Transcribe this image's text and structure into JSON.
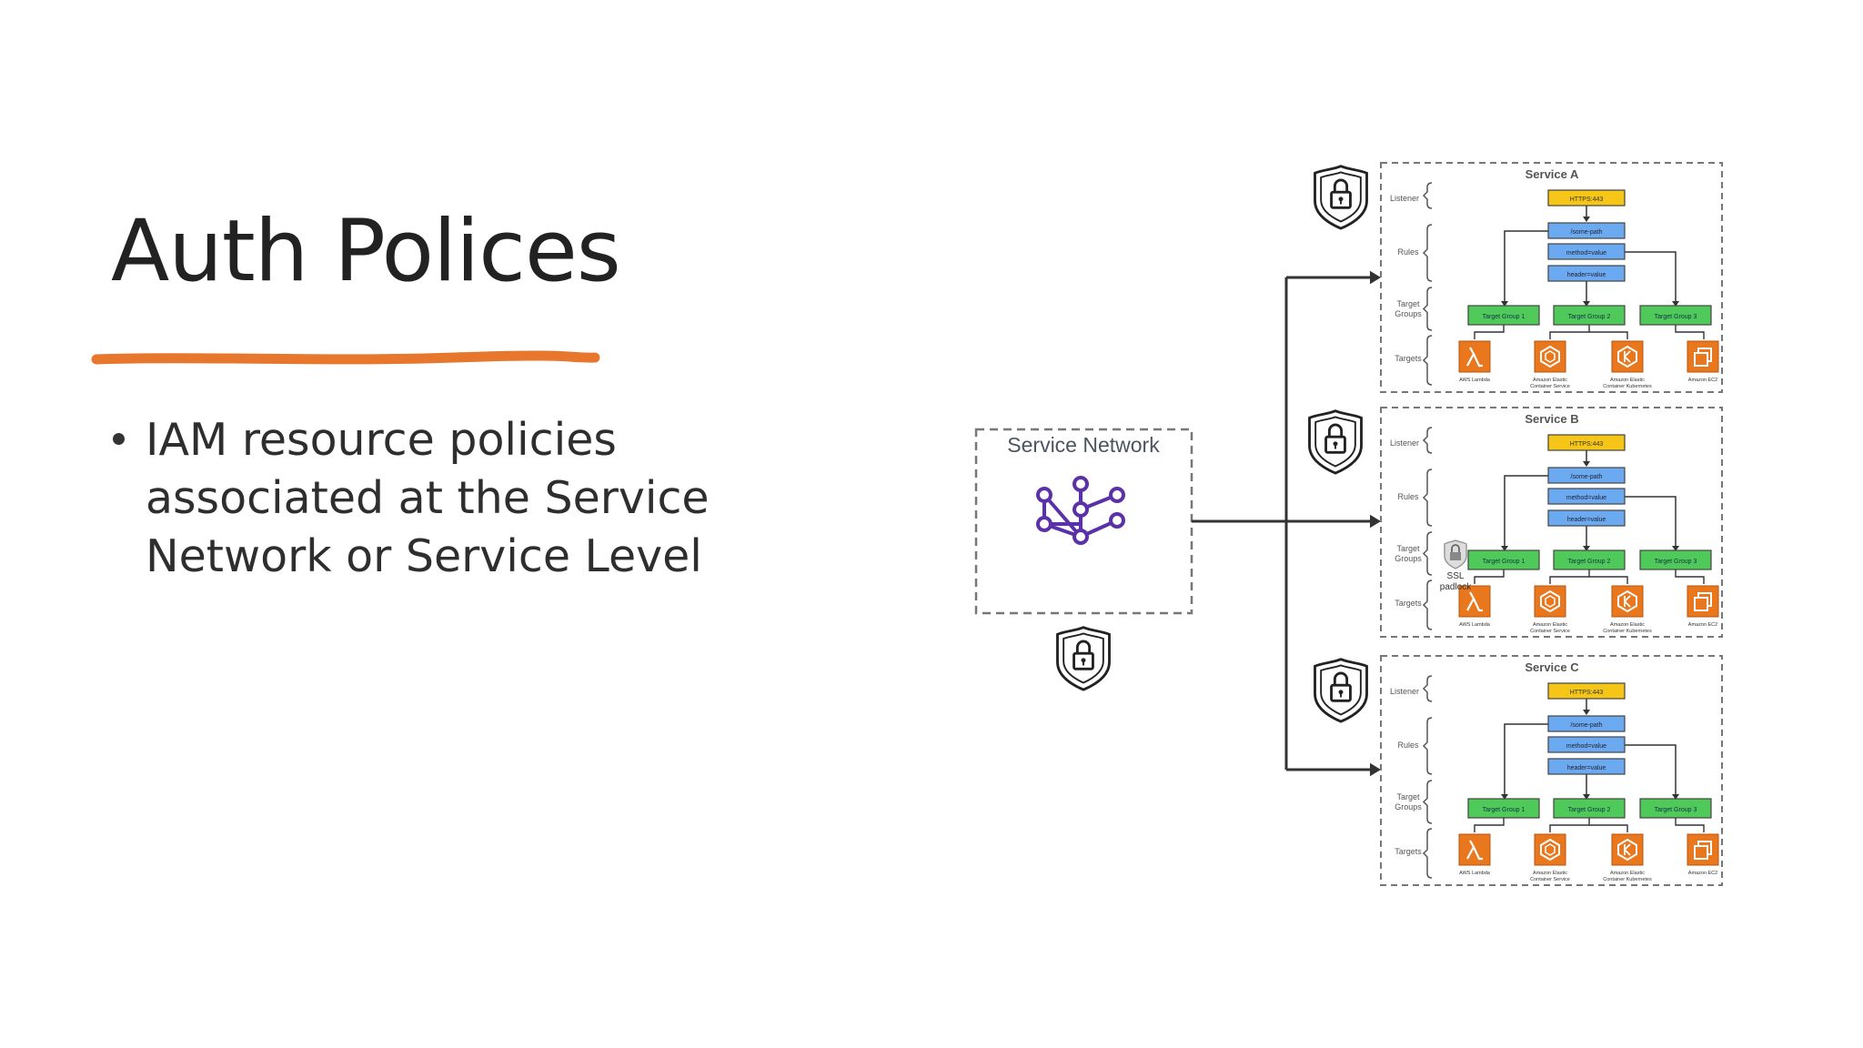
{
  "slide": {
    "title": "Auth Polices",
    "bullets": [
      "IAM resource policies",
      "associated at the Service",
      "Network or Service Level"
    ],
    "accent_color": "#E8772E"
  },
  "diagram": {
    "network_label": "Service Network",
    "lock_icon": "shield-lock-icon",
    "network_icon": "service-network-icon",
    "ssl_label": [
      "SSL",
      "padlock"
    ],
    "row_labels": {
      "listener": "Listener",
      "rules": "Rules",
      "target_groups": [
        "Target",
        "Groups"
      ],
      "targets": "Targets"
    },
    "listener_label": "HTTPS:443",
    "rules": [
      "/some-path",
      "method=value",
      "header=value"
    ],
    "target_groups": [
      "Target Group 1",
      "Target Group 2",
      "Target Group 3"
    ],
    "targets": [
      {
        "icon": "lambda-icon",
        "label": [
          "AWS Lambda"
        ]
      },
      {
        "icon": "ecs-icon",
        "label": [
          "Amazon Elastic",
          "Container Service"
        ]
      },
      {
        "icon": "eks-icon",
        "label": [
          "Amazon Elastic",
          "Container Kubernetes"
        ]
      },
      {
        "icon": "ec2-icon",
        "label": [
          "Amazon EC2"
        ]
      }
    ],
    "services": [
      {
        "name": "Service A"
      },
      {
        "name": "Service B"
      },
      {
        "name": "Service C"
      }
    ],
    "colors": {
      "listener": "#F5C518",
      "rule": "#6BAAF0",
      "target_group": "#4FC95A",
      "target": "#E8771E",
      "network_icon": "#5A31A8",
      "line": "#333333",
      "dashed": "#777777"
    }
  }
}
